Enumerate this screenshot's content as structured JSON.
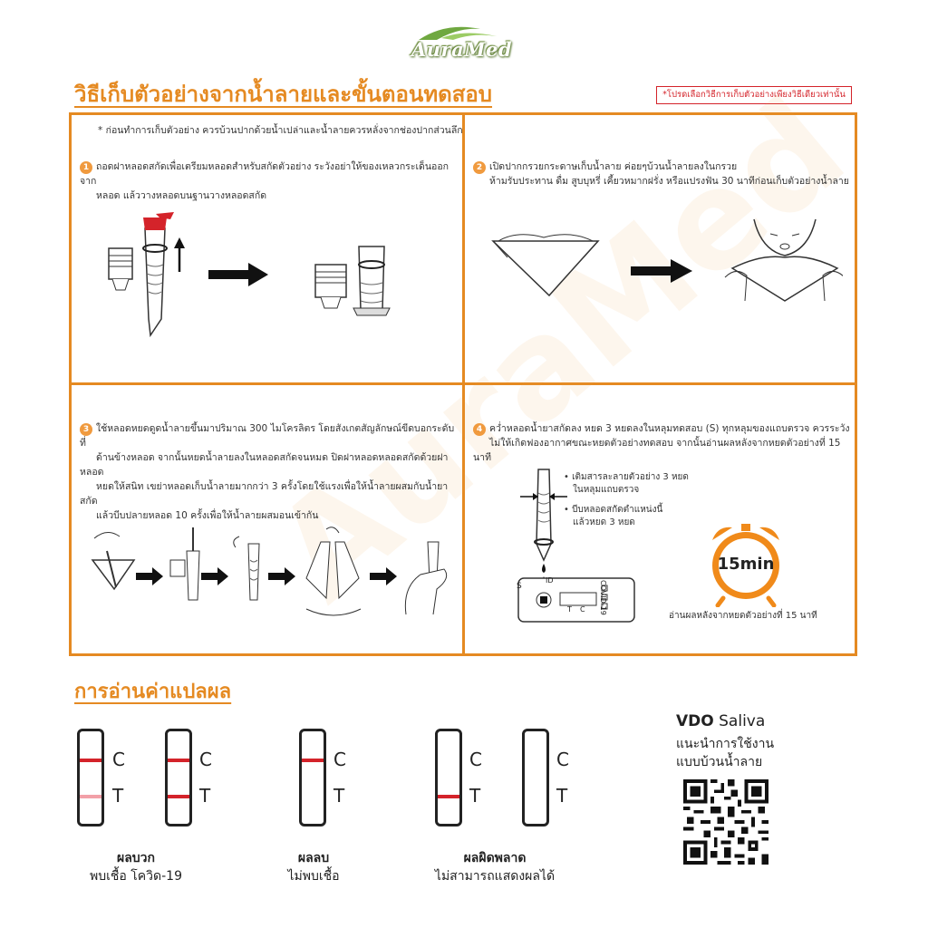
{
  "brand": {
    "logo_text": "AuraMed",
    "watermark_text": "AuraMed"
  },
  "header": {
    "title": "วิธีเก็บตัวอย่างจากน้ำลายและขั้นตอนทดสอบ",
    "notice": "*โปรดเลือกวิธีการเก็บตัวอย่างเพียงวิธีเดียวเท่านั้น"
  },
  "steps": {
    "note": "* ก่อนทำการเก็บตัวอย่าง ควรบ้วนปากด้วยน้ำเปล่าและน้ำลายควรหลั่งจากช่องปากส่วนลึก",
    "step1": {
      "num": "1",
      "line1": "ถอดฝาหลอดสกัดเพื่อเตรียมหลอดสำหรับสกัดตัวอย่าง ระวังอย่าให้ของเหลวกระเด็นออกจาก",
      "line2": "หลอด แล้ววางหลอดบนฐานวางหลอดสกัด"
    },
    "step2": {
      "num": "2",
      "line1": "เปิดปากกรวยกระดาษเก็บน้ำลาย ค่อยๆบ้วนน้ำลายลงในกรวย",
      "line2": "ห้ามรับประทาน ดื่ม สูบบุหรี่ เคี้ยวหมากฝรั่ง หรือแปรงฟัน 30 นาทีก่อนเก็บตัวอย่างน้ำลาย"
    },
    "step3": {
      "num": "3",
      "line1": "ใช้หลอดหยดดูดน้ำลายขึ้นมาปริมาณ 300 ไมโครลิตร โดยสังเกตสัญลักษณ์ขีดบอกระดับที่",
      "line2": "ด้านข้างหลอด จากนั้นหยดน้ำลายลงในหลอดสกัดจนหมด ปิดฝาหลอดหลอดสกัดด้วยฝาหลอด",
      "line3": "หยดให้สนิท เขย่าหลอดเก็บน้ำลายมากกว่า 3 ครั้งโดยใช้แรงเพื่อให้น้ำลายผสมกับน้ำยาสกัด",
      "line4": "แล้วบีบปลายหลอด 10 ครั้งเพื่อให้น้ำลายผสมอนเข้ากัน"
    },
    "step4": {
      "num": "4",
      "line1": "คว่ำหลอดน้ำยาสกัดลง หยด 3 หยดลงในหลุมทดสอบ (S) ทุกหลุมของแถบตรวจ ควรระวัง",
      "line2": "ไม่ให้เกิดฟองอากาศขณะหยดตัวอย่างทดสอบ จากนั้นอ่านผลหลังจากหยดตัวอย่างที่ 15 นาที",
      "bullet1a": "เติมสารละลายตัวอย่าง 3 หยด",
      "bullet1b": "ในหลุมแถบตรวจ",
      "bullet2a": "บีบหลอดสกัดตำแหน่งนี้",
      "bullet2b": "แล้วหยด 3 หยด",
      "cassette_label": "COVID-19",
      "cassette_s": "S",
      "cassette_id": "ID",
      "cassette_c": "C",
      "cassette_t": "T",
      "timer": "15min",
      "timer_caption": "อ่านผลหลังจากหยดตัวอย่างที่ 15 นาที"
    }
  },
  "results": {
    "title": "การอ่านค่าแปลผล",
    "c_label": "C",
    "t_label": "T",
    "positive_head": "ผลบวก",
    "positive_sub": "พบเชื้อ โควิด-19",
    "negative_head": "ผลลบ",
    "negative_sub": "ไม่พบเชื้อ",
    "invalid_head": "ผลผิดพลาด",
    "invalid_sub": "ไม่สามารถแสดงผลได้",
    "line_color": "#d4232a",
    "faint_line_color": "#f2a0a8"
  },
  "video": {
    "title_bold": "VDO",
    "title_rest": "Saliva",
    "line2": "แนะนำการใช้งาน",
    "line3": "แบบบ้วนน้ำลาย"
  },
  "colors": {
    "accent": "#e58a22",
    "red": "#d4232a"
  }
}
